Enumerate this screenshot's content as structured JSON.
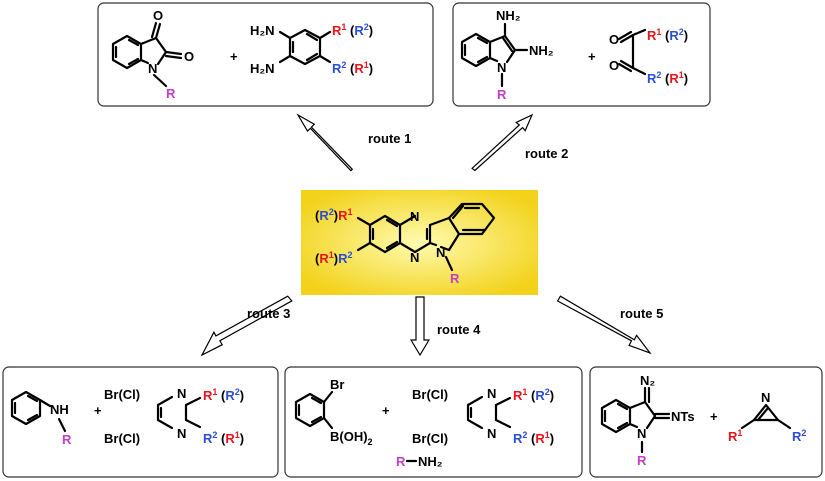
{
  "colors": {
    "r_sub1": "#e8141c",
    "r_sub2": "#2a4fd6",
    "r_n": "#c040c8",
    "black": "#000000",
    "highlight_center": "#fffbb0",
    "highlight_edge": "#f2d21a"
  },
  "routes": {
    "route1": "route 1",
    "route2": "route 2",
    "route3": "route 3",
    "route4": "route 4",
    "route5": "route 5"
  },
  "center": {
    "top_sub_paren": "(R",
    "top_sub_paren_sup": "2",
    "top_sub_close": ")",
    "top_sub": "R",
    "top_sub_sup": "1",
    "bot_sub_paren": "(R",
    "bot_sub_paren_sup": "1",
    "bot_sub_close": ")",
    "bot_sub": "R",
    "bot_sub_sup": "2",
    "n_top": "N",
    "n_bot": "N",
    "n_indole": "N",
    "n_r": "R"
  },
  "box1": {
    "o1": "O",
    "o2": "O",
    "n": "N",
    "r": "R",
    "plus": "+",
    "nh2_top": "H₂N",
    "nh2_bot": "H₂N",
    "r1": "R",
    "r1_sup": "1",
    "r1_alt": "(R",
    "r1_alt_sup": "2",
    "close": ")",
    "r2": "R",
    "r2_sup": "2",
    "r2_alt": "(R",
    "r2_alt_sup": "1"
  },
  "box2": {
    "nh2_top": "NH₂",
    "nh2_side": "NH₂",
    "n": "N",
    "r": "R",
    "plus": "+",
    "o1": "O",
    "o2": "O",
    "r1": "R",
    "r1_sup": "1",
    "r1_alt": "(R",
    "r1_alt_sup": "2",
    "close": ")",
    "r2": "R",
    "r2_sup": "2",
    "r2_alt": "(R",
    "r2_alt_sup": "1"
  },
  "box3": {
    "nh": "NH",
    "r": "R",
    "plus": "+",
    "brcl_top": "Br(Cl)",
    "brcl_bot": "Br(Cl)",
    "n_top": "N",
    "n_bot": "N",
    "r1": "R",
    "r1_sup": "1",
    "r1_alt": "(R",
    "r1_alt_sup": "2",
    "close": ")",
    "r2": "R",
    "r2_sup": "2",
    "r2_alt": "(R",
    "r2_alt_sup": "1"
  },
  "box4": {
    "br": "Br",
    "boh": "B(OH)",
    "boh_sub": "2",
    "plus": "+",
    "brcl_top": "Br(Cl)",
    "brcl_bot": "Br(Cl)",
    "n_top": "N",
    "n_bot": "N",
    "r1": "R",
    "r1_sup": "1",
    "r1_alt": "(R",
    "r1_alt_sup": "2",
    "close": ")",
    "r2": "R",
    "r2_sup": "2",
    "r2_alt": "(R",
    "r2_alt_sup": "1",
    "amine_r": "R",
    "amine_nh2": "NH₂"
  },
  "box5": {
    "n2": "N₂",
    "nts": "NTs",
    "n": "N",
    "r": "R",
    "plus": "+",
    "azirine_n": "N",
    "r1": "R",
    "r1_sup": "1",
    "r2": "R",
    "r2_sup": "2"
  }
}
